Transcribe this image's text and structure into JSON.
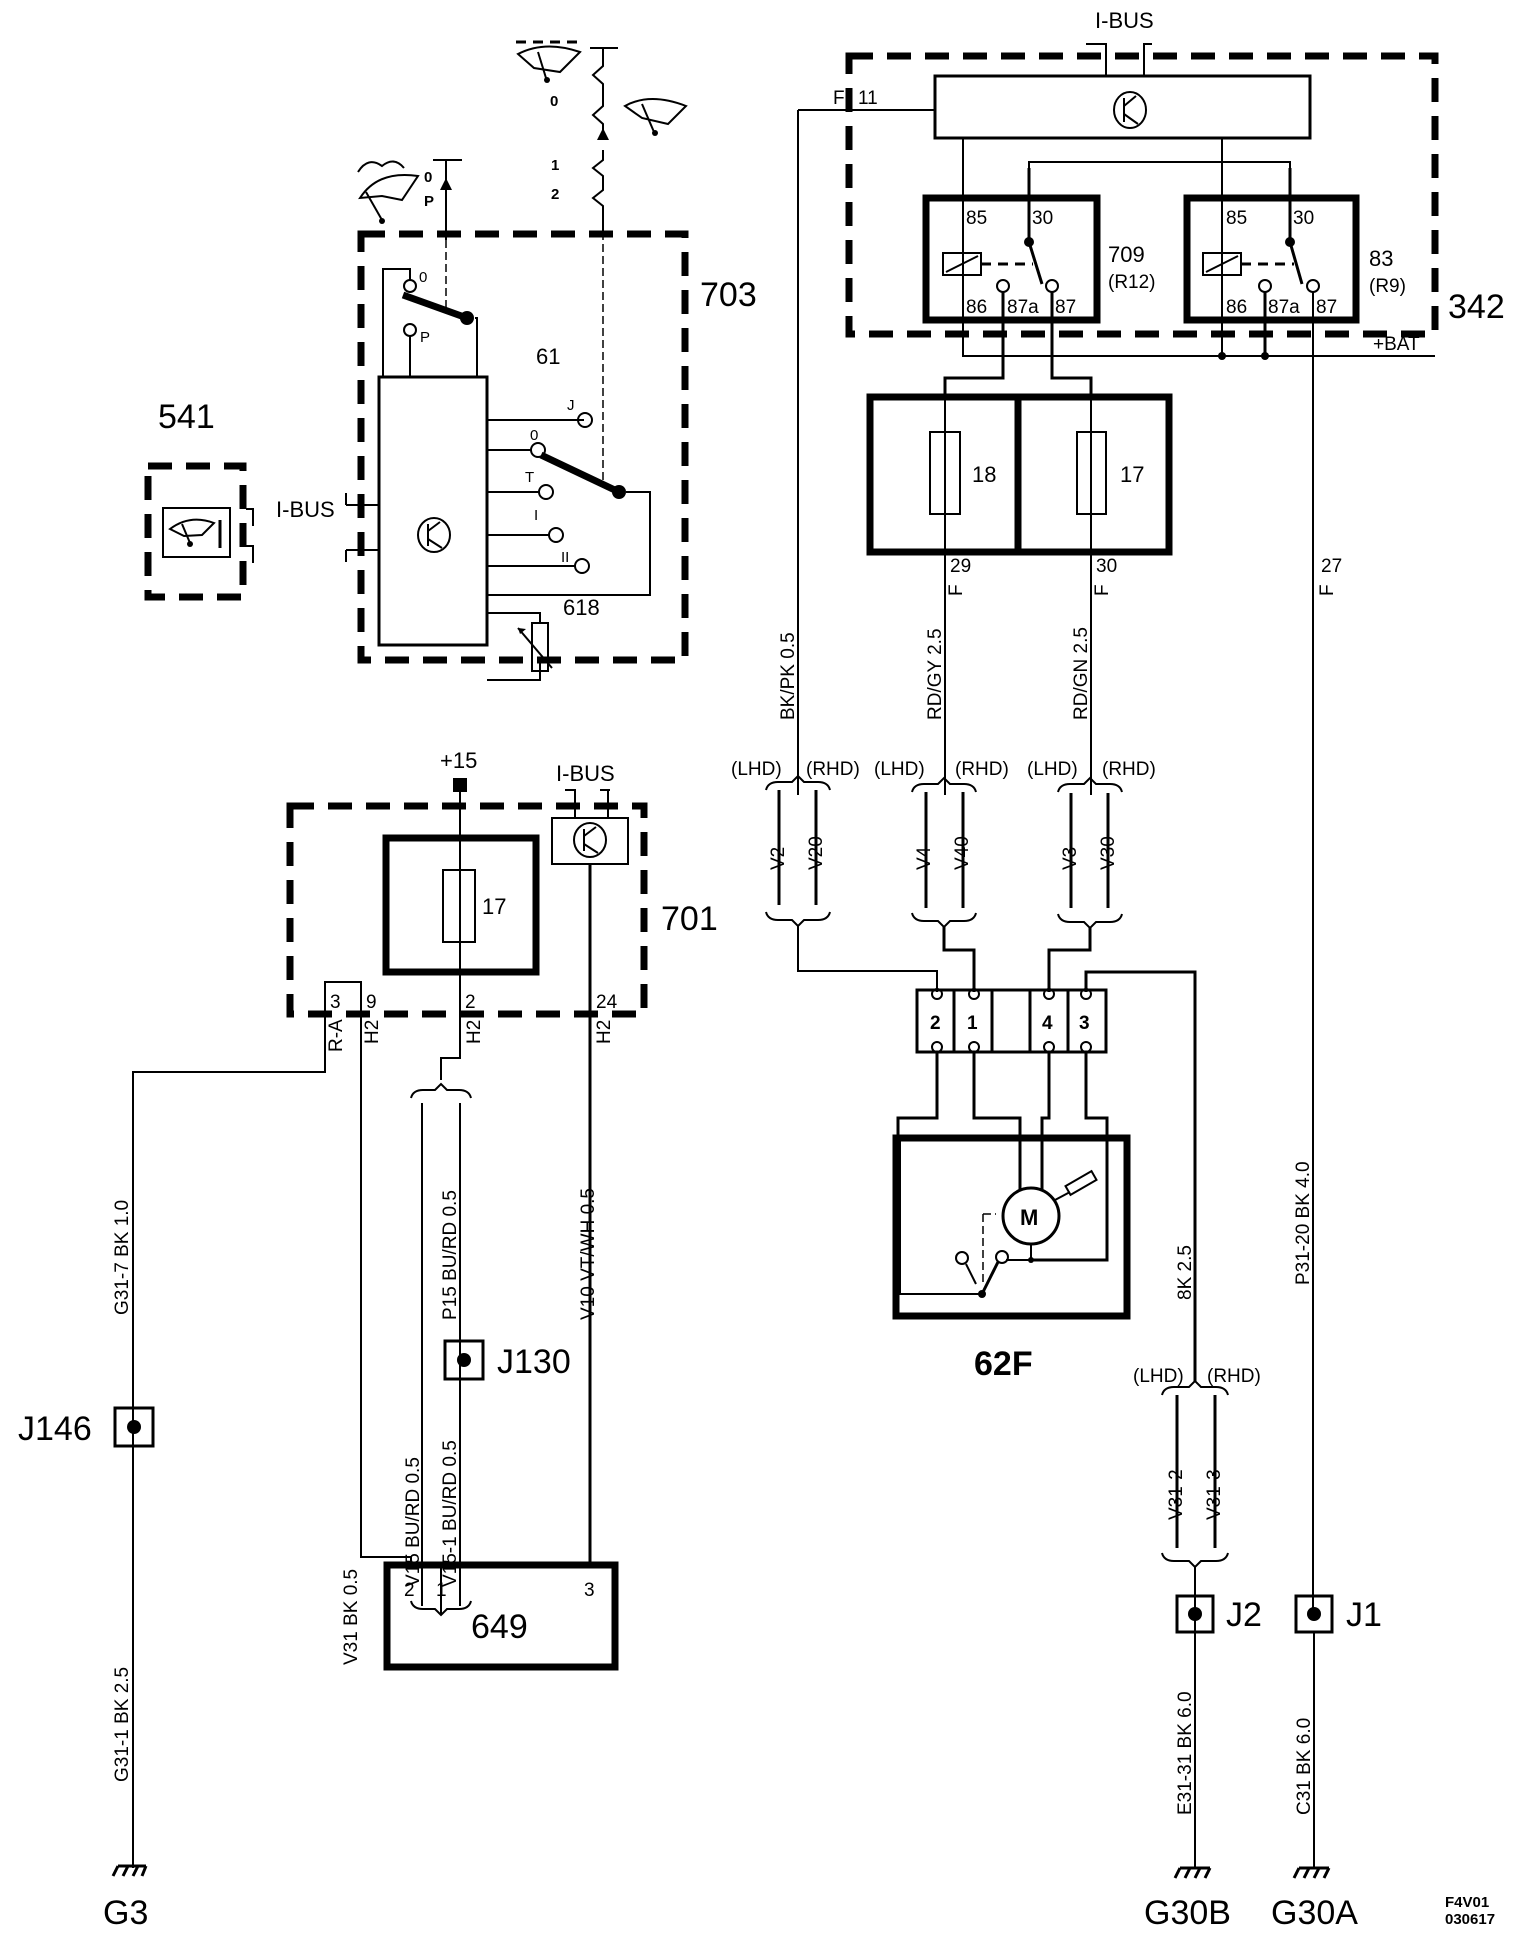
{
  "drawing_code": [
    "F4V01",
    "030617"
  ],
  "modules": {
    "m342": {
      "id": "342",
      "ibus": "I-BUS",
      "f11_pin": "F",
      "f11_num": "11",
      "bat": "+BAT"
    },
    "relay709": {
      "id": "709",
      "alt": "(R12)",
      "pins": [
        "85",
        "30",
        "86",
        "87a",
        "87"
      ]
    },
    "relay83": {
      "id": "83",
      "alt": "(R9)",
      "pins": [
        "85",
        "30",
        "86",
        "87a",
        "87"
      ]
    },
    "fuse18": {
      "id": "18"
    },
    "fuse17a": {
      "id": "17"
    },
    "m703": {
      "id": "703",
      "switch_id": "61",
      "sensor_id": "618",
      "ibus": "I-BUS",
      "upper_switch": [
        "0",
        "P"
      ],
      "lower_switch": [
        "J",
        "0",
        "T",
        "I",
        "II"
      ],
      "lever_top": [
        "0",
        "P"
      ],
      "lever_right": [
        "0",
        "1",
        "2"
      ]
    },
    "m541": {
      "id": "541"
    },
    "m701": {
      "id": "701",
      "supply": "+15",
      "ibus": "I-BUS",
      "fuse": "17",
      "pins": [
        "3",
        "9",
        "2",
        "24"
      ],
      "pin_codes": [
        "R-A",
        "H2",
        "H2",
        "H2"
      ]
    },
    "m649": {
      "id": "649",
      "pins": [
        "2",
        "1",
        "3"
      ]
    },
    "motor62F": {
      "id": "62F",
      "motor": "M",
      "connector_pins": [
        "2",
        "1",
        "4",
        "3"
      ]
    }
  },
  "pins_342": [
    "29",
    "30",
    "27"
  ],
  "pin_code_F": "F",
  "wires": {
    "bkpk": "BK/PK  0.5",
    "rdgy": "RD/GY  2.5",
    "rdgn": "RD/GN 2.5",
    "p3120": "P31-20  BK  4.0",
    "bk25": "8K  2.5",
    "g317": "G31-7  BK  1.0",
    "g311": "G31-1  BK  2.5",
    "p15": "P15  BU/RD  0.5",
    "v10": "V10  VT/WH  0.5",
    "v15": "V15  BU/RD  0.5",
    "v151": "V15-1  BU/RD  0.5",
    "v31": "V31  BK  0.5",
    "e3131": "E31-31  BK  6.0",
    "c31": "C31  BK  6.0"
  },
  "variants": {
    "lhd": "(LHD)",
    "rhd": "(RHD)",
    "pair1": [
      "V2",
      "V20"
    ],
    "pair2": [
      "V4",
      "V40"
    ],
    "pair3": [
      "V3",
      "V30"
    ],
    "pair4": [
      "V31-2",
      "V31-3"
    ]
  },
  "splices": {
    "j130": "J130",
    "j146": "J146",
    "j2": "J2",
    "j1": "J1"
  },
  "grounds": {
    "g3": "G3",
    "g30b": "G30B",
    "g30a": "G30A"
  }
}
